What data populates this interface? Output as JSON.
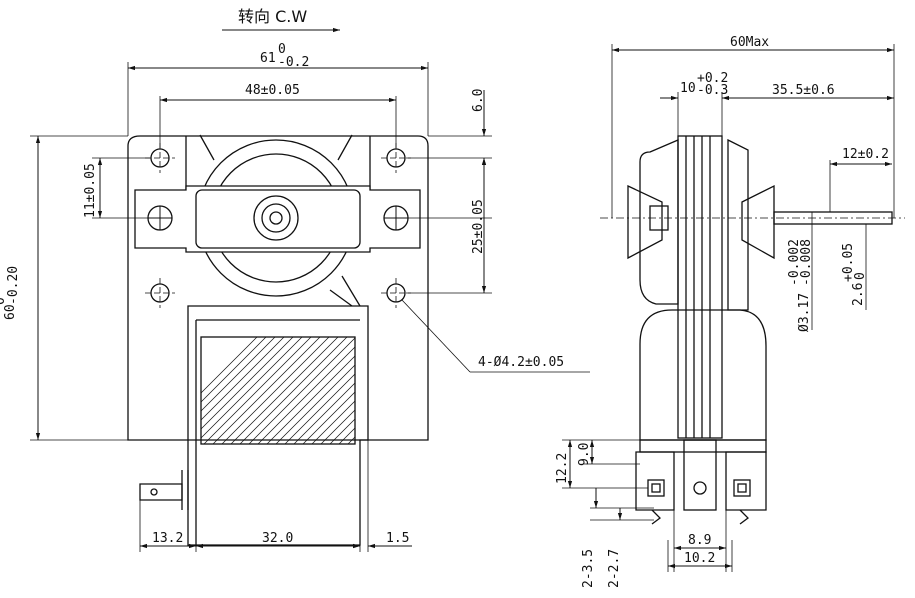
{
  "title": "转向 C.W",
  "front_view": {
    "width": "61",
    "width_tol_upper": "0",
    "width_tol_lower": "-0.2",
    "hole_spacing": "48±0.05",
    "top_offset": "6.0",
    "left_offset": "11±0.05",
    "right_vertical": "25±0.05",
    "height": "60",
    "height_tol_upper": "0",
    "height_tol_lower": "-0.20",
    "holes": "4-Ø4.2±0.05",
    "bottom_left": "13.2",
    "bottom_mid": "32.0",
    "bottom_right": "1.5"
  },
  "side_view": {
    "overall": "60Max",
    "thickness": "10",
    "thickness_tol_upper": "+0.2",
    "thickness_tol_lower": "-0.3",
    "shaft_length": "35.5±0.6",
    "flat_length": "12±0.2",
    "shaft_dia": "Ø3.17",
    "shaft_dia_tol_upper": "-0.002",
    "shaft_dia_tol_lower": "-0.008",
    "flat_dim": "2.6",
    "flat_tol_upper": "+0.05",
    "flat_tol_lower": "0",
    "terminal_height_1": "12.2",
    "terminal_height_2": "9.0",
    "pin_1": "2-3.5",
    "pin_2": "2-2.7",
    "inner_width": "8.9",
    "outer_width": "10.2"
  }
}
